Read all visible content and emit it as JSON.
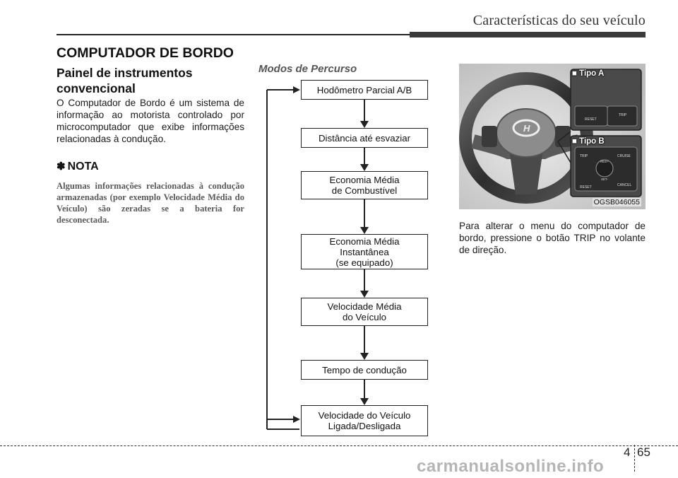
{
  "header": {
    "title": "Características do seu veículo"
  },
  "section": {
    "title": "COMPUTADOR DE BORDO",
    "subtitle": "Painel de instrumentos convencional",
    "body": "O Computador de Bordo é um sistema de informação ao motorista controlado por microcomputador que exibe informações relacionadas à condução."
  },
  "note": {
    "icon": "✽",
    "title": "NOTA",
    "text": "Algumas informações relacionadas à condução armazenadas (por exemplo Velocidade Média do Veículo) são zeradas se a bateria for desconectada."
  },
  "modes": {
    "title": "Modos de Percurso",
    "items": [
      [
        "Hodômetro Parcial A/B"
      ],
      [
        "Distância até esvaziar"
      ],
      [
        "Economia Média",
        "de Combustível"
      ],
      [
        "Economia Média",
        "Instantânea",
        "(se equipado)"
      ],
      [
        "Velocidade Média",
        "do Veículo"
      ],
      [
        "Tempo de condução"
      ],
      [
        "Velocidade do Veículo",
        "Ligada/Desligada"
      ]
    ]
  },
  "figure": {
    "code": "OGSB046055",
    "type_a": "■ Tipo A",
    "type_b": "■ Tipo B",
    "btn_reset": "RESET",
    "btn_trip": "TRIP",
    "btn_cruise": "CRUISE",
    "btn_cancel": "CANCEL",
    "btn_res": "RES+",
    "btn_set": "SET-"
  },
  "right_text": "Para alterar o menu do computador de bordo, pressione o botão TRIP no volante de direção.",
  "footer": {
    "chapter": "4",
    "page": "65",
    "watermark": "carmanualsonline.info"
  }
}
